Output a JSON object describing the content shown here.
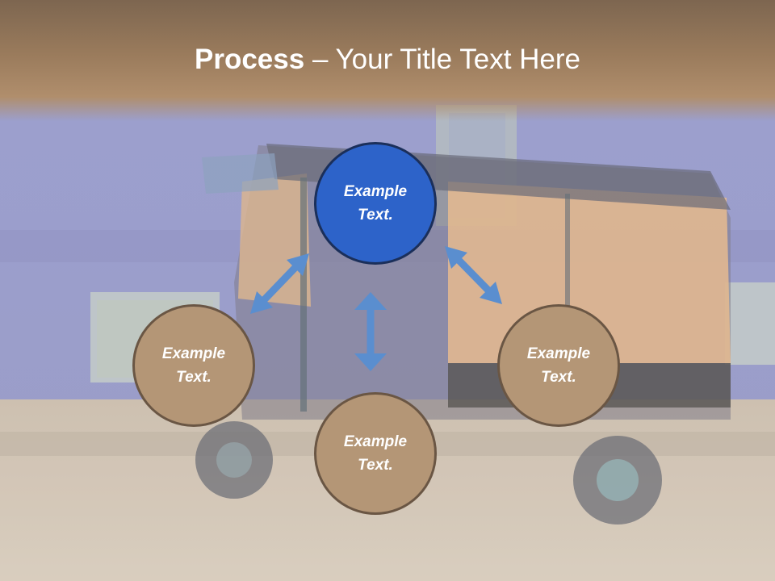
{
  "slide": {
    "title_bold": "Process",
    "title_rest": " – Your Title Text Here"
  },
  "circles": {
    "top": "Example\nText.",
    "left": "Example\nText.",
    "right": "Example\nText.",
    "bottom": "Example\nText."
  },
  "colors": {
    "accent_blue": "#2d63c9",
    "circle_brown": "#b49676",
    "arrow_blue": "#5a8ecf"
  }
}
